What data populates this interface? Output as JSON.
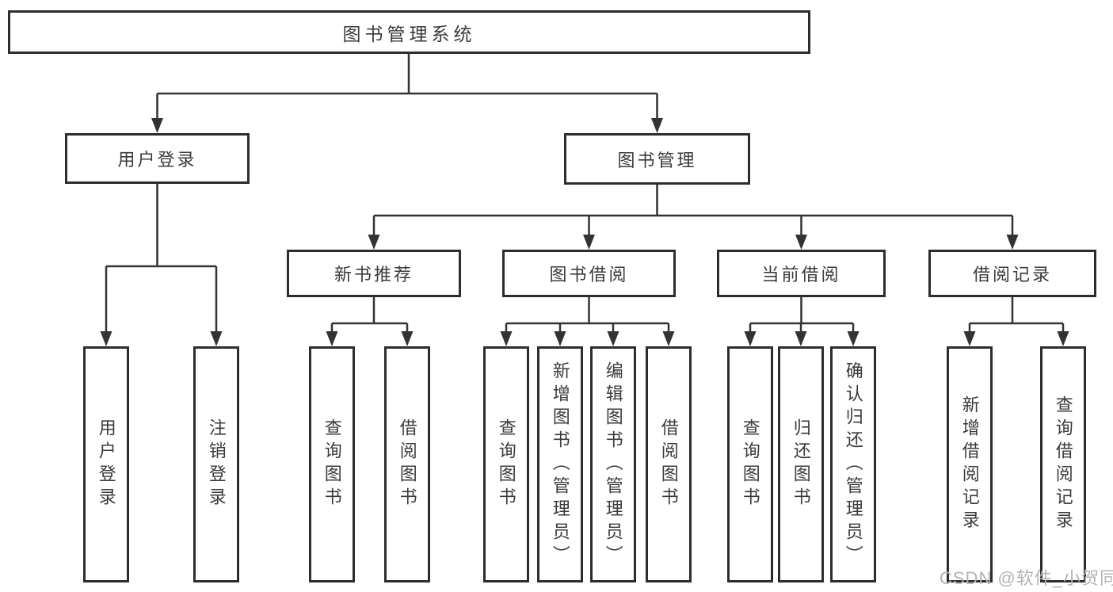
{
  "diagram": {
    "root": {
      "label": "图书管理系统"
    },
    "level2": [
      {
        "label": "用户登录"
      },
      {
        "label": "图书管理"
      }
    ],
    "level3": [
      {
        "label": "新书推荐",
        "parent": "图书管理"
      },
      {
        "label": "图书借阅",
        "parent": "图书管理"
      },
      {
        "label": "当前借阅",
        "parent": "图书管理"
      },
      {
        "label": "借阅记录",
        "parent": "图书管理"
      }
    ],
    "leaves": [
      {
        "label": "用户登录",
        "parent": "用户登录"
      },
      {
        "label": "注销登录",
        "parent": "用户登录"
      },
      {
        "label": "查询图书",
        "parent": "新书推荐"
      },
      {
        "label": "借阅图书",
        "parent": "新书推荐"
      },
      {
        "label": "查询图书",
        "parent": "图书借阅"
      },
      {
        "label": "新增图书（管理员）",
        "parent": "图书借阅"
      },
      {
        "label": "编辑图书（管理员）",
        "parent": "图书借阅"
      },
      {
        "label": "借阅图书",
        "parent": "图书借阅"
      },
      {
        "label": "查询图书",
        "parent": "当前借阅"
      },
      {
        "label": "归还图书",
        "parent": "当前借阅"
      },
      {
        "label": "确认归还（管理员）",
        "parent": "当前借阅"
      },
      {
        "label": "新增借阅记录",
        "parent": "借阅记录"
      },
      {
        "label": "查询借阅记录",
        "parent": "借阅记录"
      }
    ],
    "colors": {
      "line": "#333333",
      "border": "#2d2d2d",
      "text": "#3b3b3b",
      "box_background": "#ffffff",
      "watermark": "#b3b3b3"
    }
  },
  "watermark": {
    "text": "CSDN @软件_小贺同学"
  }
}
